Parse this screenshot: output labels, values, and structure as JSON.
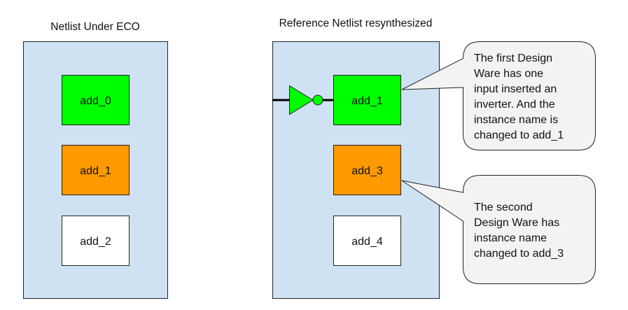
{
  "colors": {
    "container_fill": "#cfe2f3",
    "container_stroke": "#222222",
    "green": "#00ff00",
    "orange": "#ff9900",
    "white": "#ffffff",
    "callout_fill": "#f3f3f3",
    "wire": "#000000"
  },
  "left_panel": {
    "title": "Netlist Under ECO",
    "instances": [
      {
        "label": "add_0",
        "color": "green"
      },
      {
        "label": "add_1",
        "color": "orange"
      },
      {
        "label": "add_2",
        "color": "white"
      }
    ]
  },
  "right_panel": {
    "title": "Reference Netlist resynthesized",
    "instances": [
      {
        "label": "add_1",
        "color": "green",
        "has_input_inverter": true
      },
      {
        "label": "add_3",
        "color": "orange"
      },
      {
        "label": "add_4",
        "color": "white"
      }
    ]
  },
  "callouts": [
    {
      "target": "add_1",
      "lines": [
        "The first Design",
        "Ware has one",
        "input inserted an",
        "inverter. And the",
        "instance name is",
        "changed to add_1"
      ]
    },
    {
      "target": "add_3",
      "lines": [
        "The second",
        "Design Ware has",
        "instance name",
        "changed to add_3"
      ]
    }
  ]
}
